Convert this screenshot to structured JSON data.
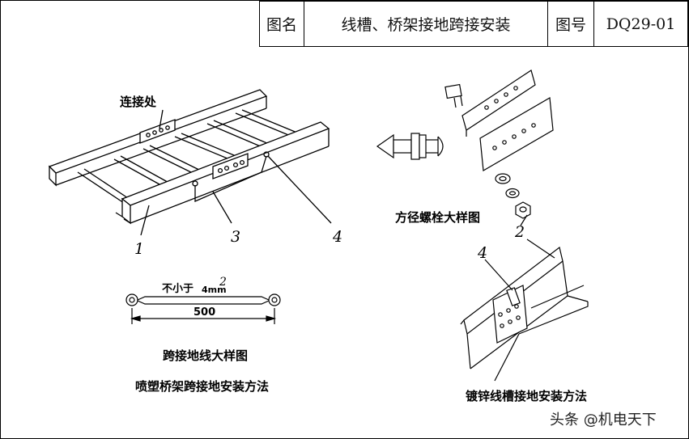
{
  "title_block": {
    "name_label": "图名",
    "name_value": "线槽、桥架接地跨接安装",
    "code_label": "图号",
    "code_value": "DQ29-01"
  },
  "ladder": {
    "connection_label": "连接处",
    "part_1": "1",
    "part_3": "3",
    "part_4": "4"
  },
  "bolt": {
    "caption": "方径螺栓大样图",
    "part_2": "2"
  },
  "jumper": {
    "min_text": "不小于",
    "size_value": "4mm",
    "size_exp": "2",
    "length": "500",
    "caption": "跨接地线大样图",
    "method": "喷塑桥架跨接地安装方法"
  },
  "trough": {
    "part_4": "4",
    "method": "镀锌线槽接地安装方法"
  },
  "watermark": "头条 @机电天下"
}
